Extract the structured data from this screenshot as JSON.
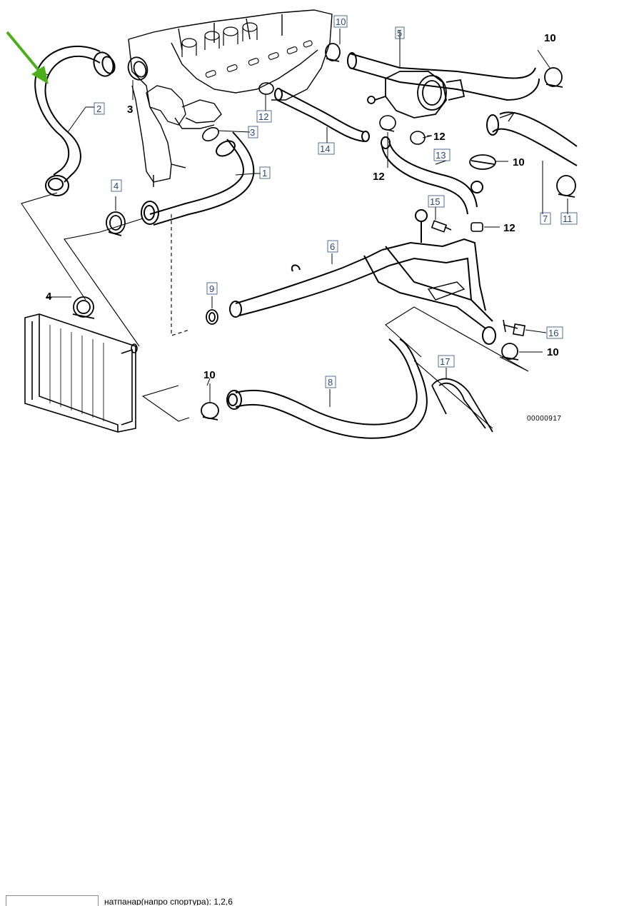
{
  "diagram": {
    "drawing_number": "00000917",
    "part_labels": {
      "p1": "1",
      "p2": "2",
      "p3": "3",
      "p4a": "4",
      "p4b": "4",
      "p5": "5",
      "p6": "6",
      "p7": "7",
      "p8": "8",
      "p9": "9",
      "p10a": "10",
      "p10b": "10",
      "p10c": "10",
      "p10d": "10",
      "p10e": "10",
      "p11": "11",
      "p12a": "12",
      "p12b": "12",
      "p12c": "12",
      "p12d": "12",
      "p13": "13",
      "p14": "14",
      "p15": "15",
      "p16": "16",
      "p17": "17"
    },
    "highlight_color": "#4caf1a"
  },
  "footer": {
    "text": "натпанар(напро спортура): 1,2,6"
  }
}
